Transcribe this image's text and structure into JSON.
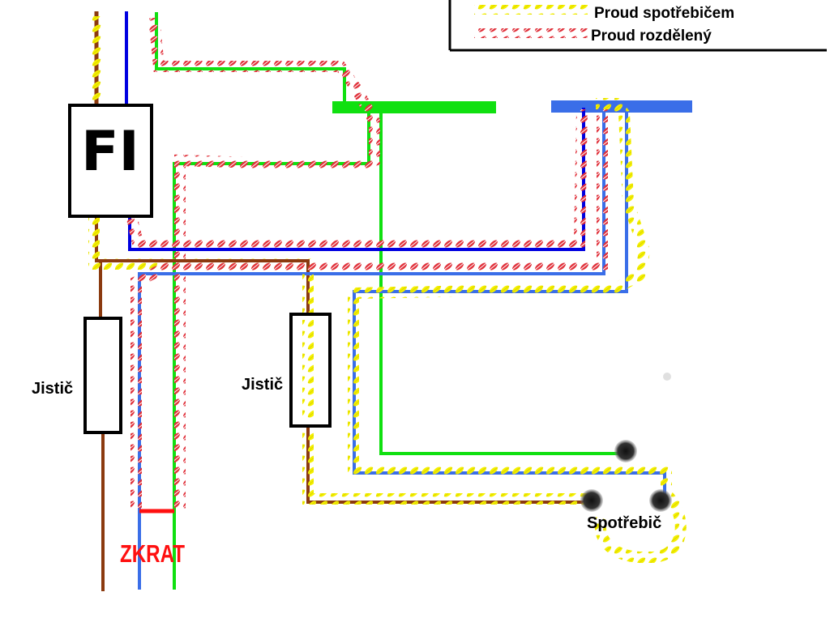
{
  "legend": {
    "consumer_current": "Proud spotřebičem",
    "split_current": "Proud rozdělený"
  },
  "labels": {
    "fi": "FI",
    "breaker_left": "Jistič",
    "breaker_right": "Jistič",
    "short_circuit": "ZKRAT",
    "appliance": "Spotřebič"
  },
  "colors": {
    "phase_wire": "#8B3A0F",
    "neutral_wire": "#0000E0",
    "neutral_wire_light": "#3A6EE8",
    "protective_wire": "#10E010",
    "consumer_current": "#F5F000",
    "split_current": "#E0303A",
    "short_circuit": "#FF1010"
  }
}
